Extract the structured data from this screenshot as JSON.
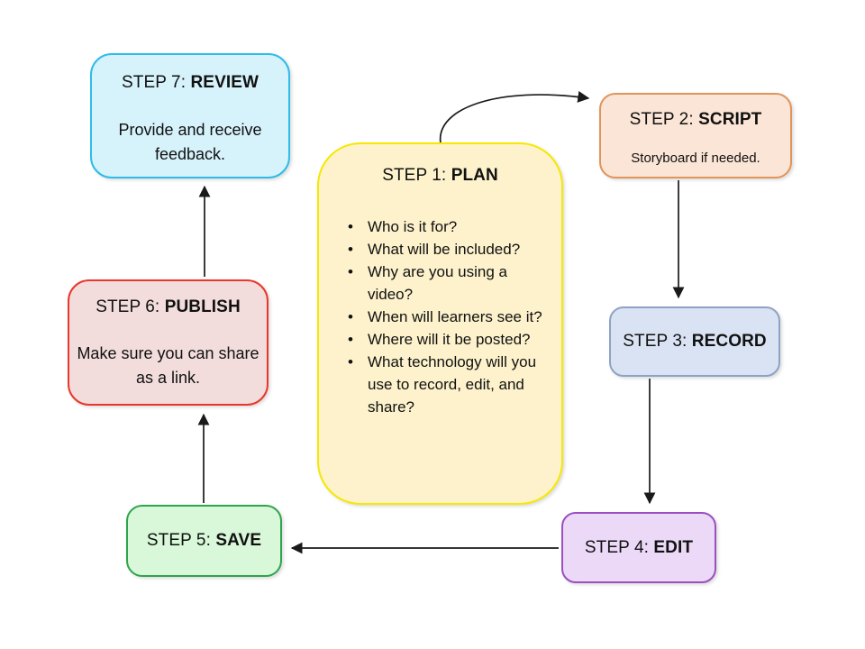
{
  "diagram": {
    "description": "Seven-step video creation process flowchart",
    "arrow_color": "#1a1a1a"
  },
  "boxes": {
    "plan": {
      "prefix": "STEP 1: ",
      "name": "PLAN",
      "bullets": [
        "Who is it for?",
        "What will be included?",
        "Why are you using a video?",
        "When will learners see it?",
        "Where will it be posted?",
        "What technology will you use to record, edit, and share?"
      ],
      "fill": "#fdf2cc",
      "border": "#f6e800"
    },
    "script": {
      "prefix": "STEP 2: ",
      "name": "SCRIPT",
      "body": "Storyboard if needed.",
      "fill": "#fbe5d6",
      "border": "#e0945a"
    },
    "record": {
      "prefix": "STEP 3: ",
      "name": "RECORD",
      "fill": "#dae3f3",
      "border": "#8ea3c3"
    },
    "edit": {
      "prefix": "STEP 4: ",
      "name": "EDIT",
      "fill": "#ecd9f8",
      "border": "#9b4fc0"
    },
    "save": {
      "prefix": "STEP 5: ",
      "name": "SAVE",
      "fill": "#d9f7d9",
      "border": "#2ea44c"
    },
    "publish": {
      "prefix": "STEP 6: ",
      "name": "PUBLISH",
      "body": "Make sure you can share as a link.",
      "fill": "#f2dddc",
      "border": "#ea372b"
    },
    "review": {
      "prefix": "STEP 7: ",
      "name": "REVIEW",
      "body": "Provide and receive feedback.",
      "fill": "#d6f2fb",
      "border": "#2fbce8"
    }
  },
  "connectors": [
    {
      "from": "plan",
      "to": "script",
      "shape": "curved"
    },
    {
      "from": "script",
      "to": "record",
      "shape": "straight"
    },
    {
      "from": "record",
      "to": "edit",
      "shape": "straight"
    },
    {
      "from": "edit",
      "to": "save",
      "shape": "straight"
    },
    {
      "from": "save",
      "to": "publish",
      "shape": "straight"
    },
    {
      "from": "publish",
      "to": "review",
      "shape": "straight"
    }
  ]
}
